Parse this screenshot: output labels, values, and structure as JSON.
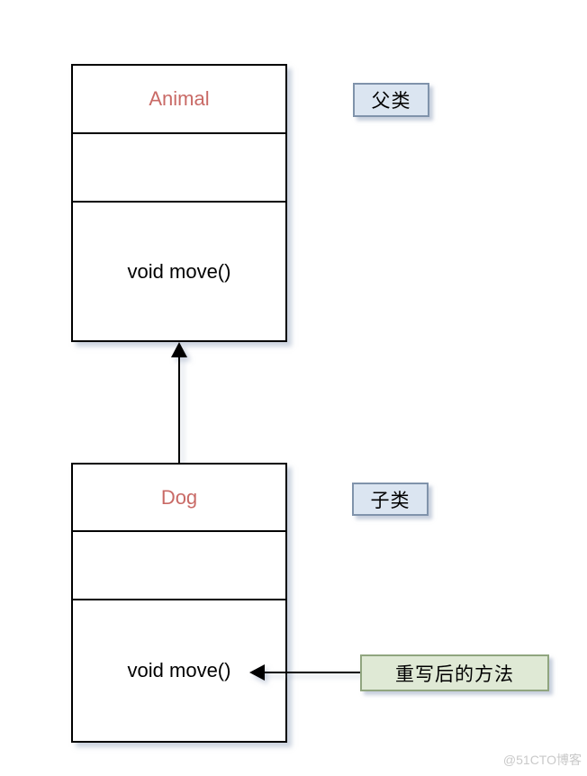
{
  "diagram": {
    "type": "uml-class-inheritance",
    "classes": [
      {
        "name": "Animal",
        "attributes": "",
        "methods": "void move()"
      },
      {
        "name": "Dog",
        "attributes": "",
        "methods": "void move()"
      }
    ],
    "relationship": {
      "kind": "inheritance",
      "from": "Dog",
      "to": "Animal"
    },
    "annotations": {
      "parent_label": "父类",
      "child_label": "子类",
      "override_label": "重写后的方法"
    },
    "colors": {
      "class_name_text": "#c96a66",
      "class_border": "#000000",
      "blue_label_bg": "#dbe5f1",
      "blue_label_border": "#8093ab",
      "green_label_bg": "#dfe9d5",
      "green_label_border": "#90a57f",
      "shadow": "#a0aec5"
    }
  },
  "watermark": "@51CTO博客"
}
